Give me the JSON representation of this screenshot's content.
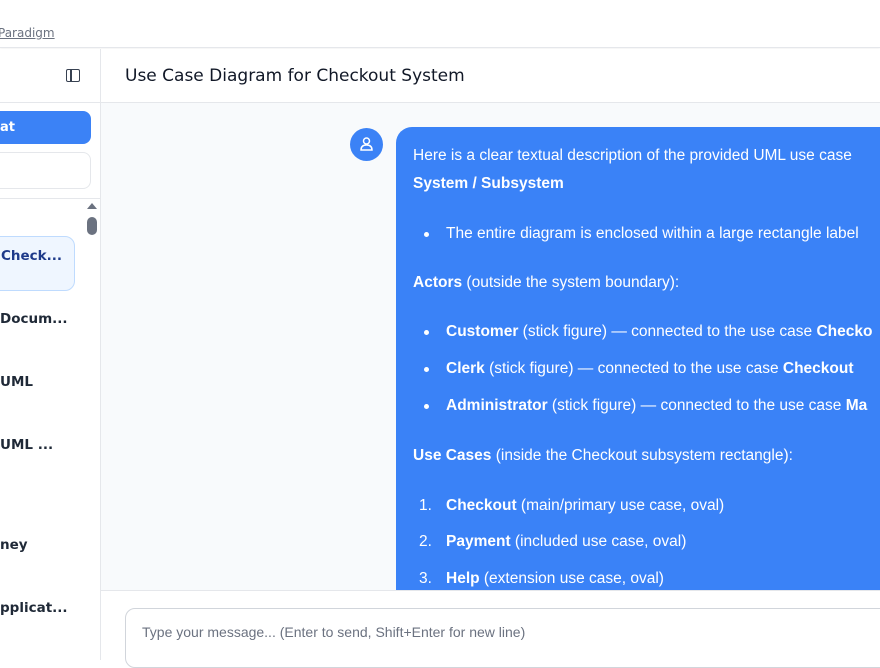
{
  "topbar": {
    "link": "Paradigm"
  },
  "sidebar": {
    "new_chat": "hat",
    "items": [
      {
        "label": "Check...",
        "selected": true
      },
      {
        "label": "Docum..."
      },
      {
        "label": "UML"
      },
      {
        "label": "UML ..."
      },
      {
        "label": "ney"
      },
      {
        "label": "pplicat..."
      }
    ]
  },
  "header": {
    "title": "Use Case Diagram for Checkout System"
  },
  "message": {
    "intro": "Here is a clear textual description of the provided UML use case",
    "h1": "System / Subsystem",
    "b1": "The entire diagram is enclosed within a large rectangle label",
    "actors_b": "Actors",
    "actors_t": " (outside the system boundary):",
    "a1_b": "Customer",
    "a1_t": " (stick figure) — connected to the use case ",
    "a1_e": "Checko",
    "a2_b": "Clerk",
    "a2_t": " (stick figure) — connected to the use case ",
    "a2_e": "Checkout",
    "a3_b": "Administrator",
    "a3_t": " (stick figure) — connected to the use case ",
    "a3_e": "Ma",
    "uc_b": "Use Cases",
    "uc_t": " (inside the Checkout subsystem rectangle):",
    "u1_n": "1.",
    "u1_b": "Checkout",
    "u1_t": " (main/primary use case, oval)",
    "u2_n": "2.",
    "u2_b": "Payment",
    "u2_t": " (included use case, oval)",
    "u3_n": "3.",
    "u3_b": "Help",
    "u3_t": " (extension use case, oval)"
  },
  "input": {
    "placeholder": "Type your message... (Enter to send, Shift+Enter for new line)"
  },
  "colors": {
    "accent": "#3b82f6"
  }
}
